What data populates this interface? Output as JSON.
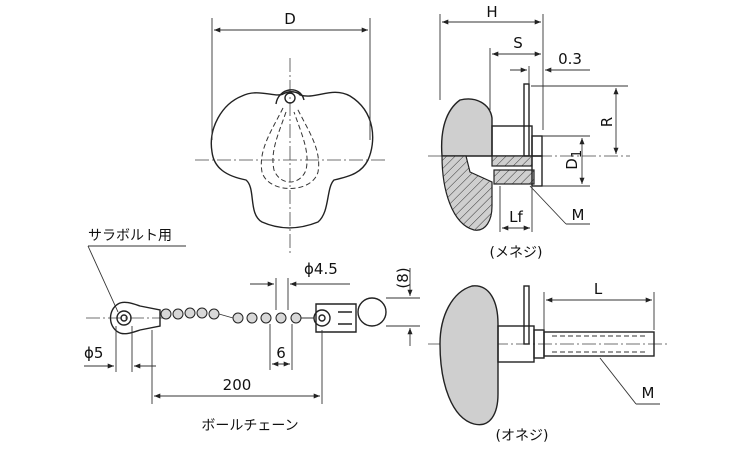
{
  "top_view": {
    "dim_D": "D"
  },
  "side_view_female": {
    "dim_H": "H",
    "dim_S": "S",
    "dim_gap": "0.3",
    "dim_R": "R",
    "dim_D1_main": "D",
    "dim_D1_sub": "1",
    "dim_Lf": "Lf",
    "dim_M": "M",
    "caption": "(メネジ)"
  },
  "side_view_male": {
    "dim_L": "L",
    "dim_M": "M",
    "caption": "(オネジ)"
  },
  "chain": {
    "label_screw": "サラボルト用",
    "dim_phi5": "ϕ5",
    "dim_phi45": "ϕ4.5",
    "dim_8": "(8)",
    "dim_6": "6",
    "dim_200": "200",
    "label_chain": "ボールチェーン"
  }
}
